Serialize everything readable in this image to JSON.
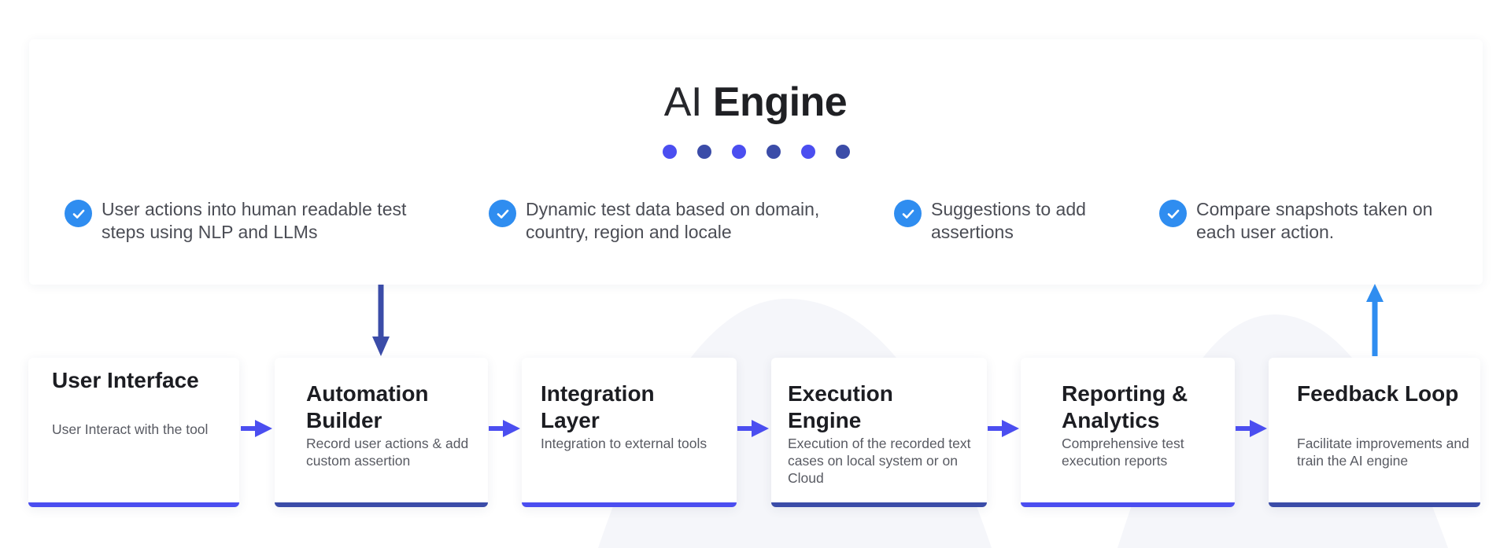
{
  "title": {
    "light": "AI",
    "bold": "Engine"
  },
  "dots": [
    {
      "color": "#4b4ef0"
    },
    {
      "color": "#3b4ca8"
    },
    {
      "color": "#4b4ef0"
    },
    {
      "color": "#3b4ca8"
    },
    {
      "color": "#4b4ef0"
    },
    {
      "color": "#3b4ca8"
    }
  ],
  "features": [
    {
      "text": "User actions into human readable test steps using NLP and LLMs"
    },
    {
      "text": "Dynamic test data based on domain, country, region and locale"
    },
    {
      "text": "Suggestions to add assertions"
    },
    {
      "text": "Compare snapshots taken on each user action."
    }
  ],
  "steps": [
    {
      "title": "User Interface",
      "desc": "User Interact with the tool",
      "bar_color": "#4b4ef0"
    },
    {
      "title": "Automation Builder",
      "desc": "Record user actions & add custom assertion",
      "bar_color": "#3b4ca8"
    },
    {
      "title": "Integration Layer",
      "desc": "Integration to external tools",
      "bar_color": "#4b4ef0"
    },
    {
      "title": "Execution Engine",
      "desc": "Execution of the recorded text cases on local system or on Cloud",
      "bar_color": "#3b4ca8"
    },
    {
      "title": "Reporting & Analytics",
      "desc": "Comprehensive test execution reports",
      "bar_color": "#4b4ef0"
    },
    {
      "title": "Feedback Loop",
      "desc": "Facilitate improvements and train the AI engine",
      "bar_color": "#3b4ca8"
    }
  ],
  "colors": {
    "check": "#2f8df0",
    "arrow_down": "#3b4ca8",
    "arrow_up": "#2f8df0",
    "arrow_right": "#4b4ef0"
  }
}
